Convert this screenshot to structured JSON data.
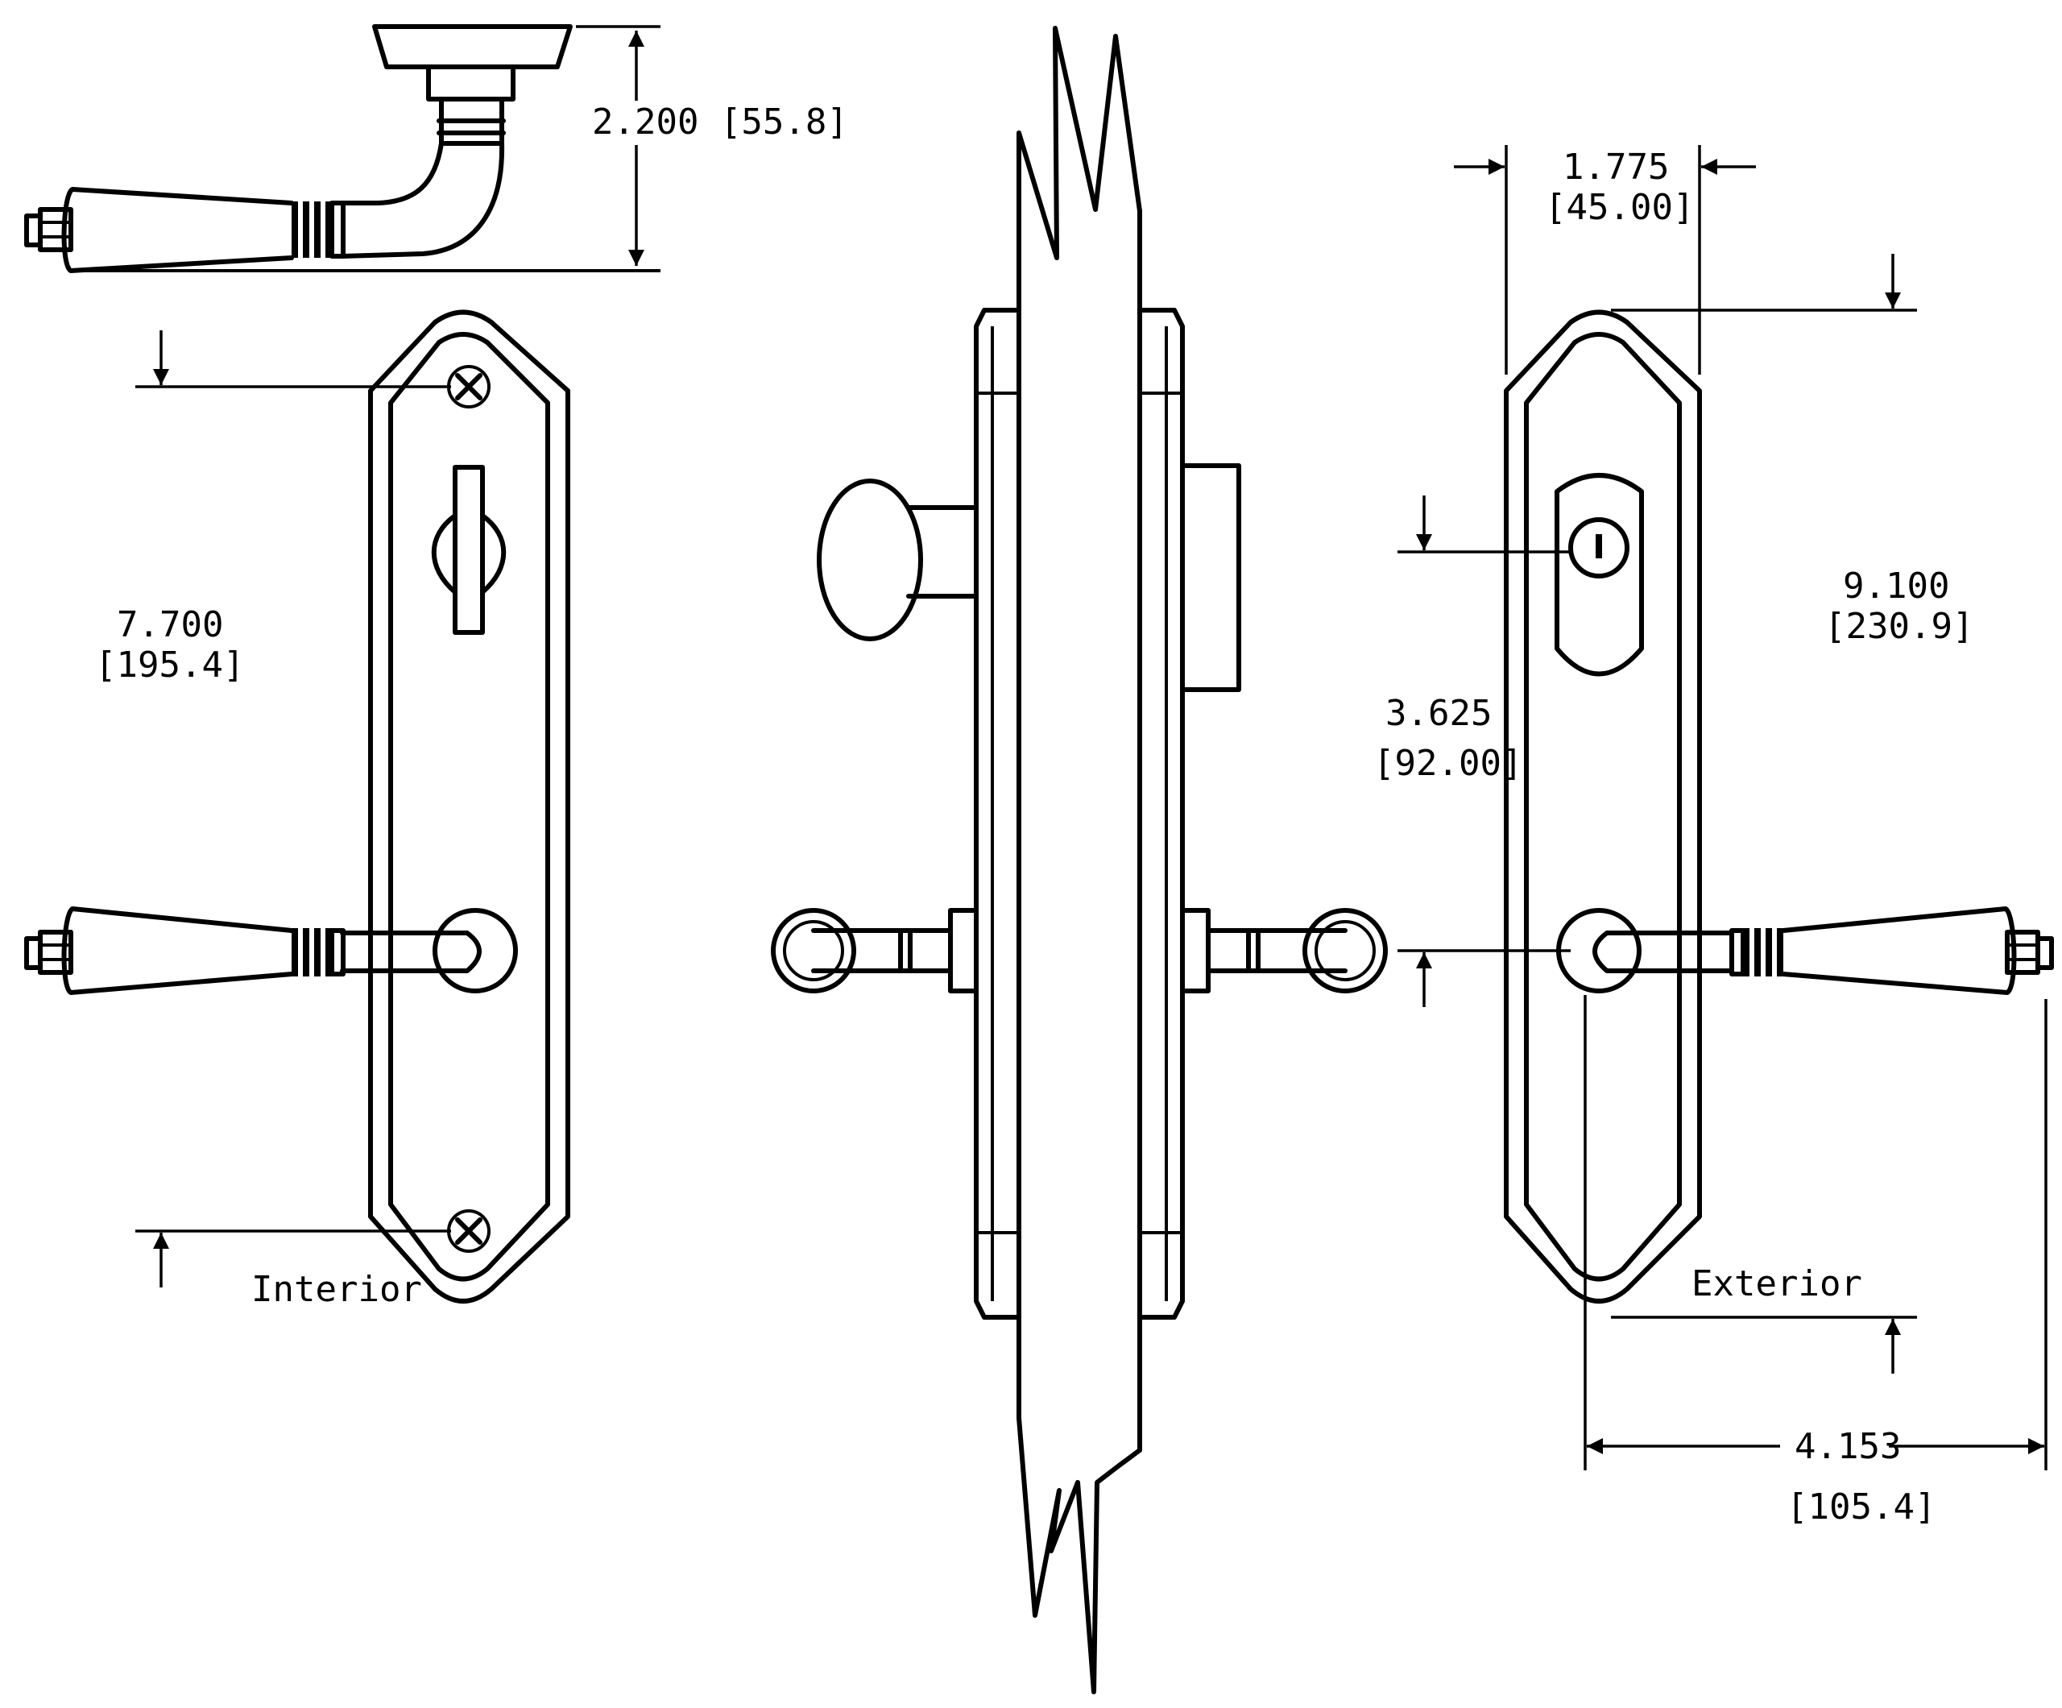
{
  "views": {
    "top": {
      "dim_height": "2.200 [55.8]"
    },
    "interior": {
      "caption": "Interior",
      "dim_screw_span": "7.700",
      "dim_screw_span_mm": "[195.4]"
    },
    "exterior": {
      "caption": "Exterior",
      "dim_width": "1.775",
      "dim_width_mm": "[45.00]",
      "dim_height": "9.100",
      "dim_height_mm": "[230.9]",
      "dim_lever_to_cylinder": "3.625",
      "dim_lever_to_cylinder_mm": "[92.00]",
      "dim_projection": "4.153",
      "dim_projection_mm": "[105.4]"
    }
  }
}
